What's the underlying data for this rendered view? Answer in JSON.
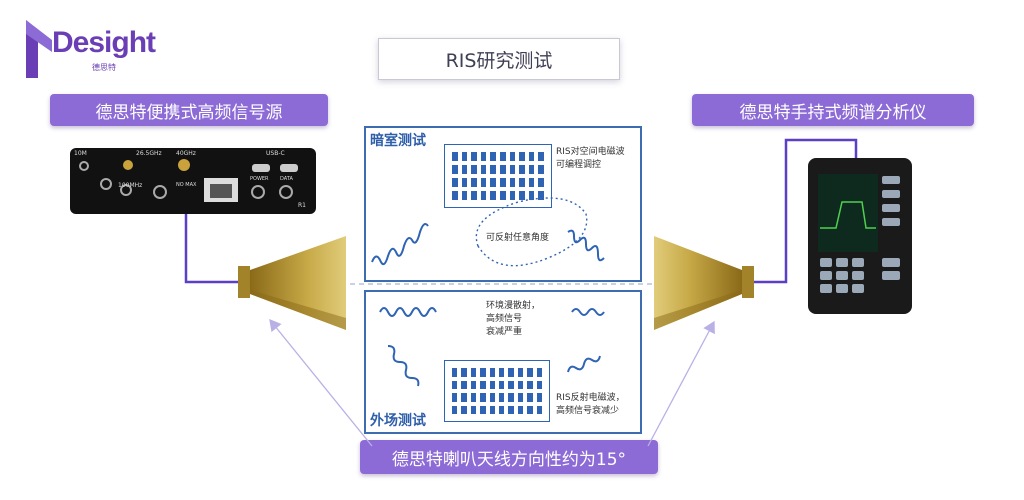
{
  "logo": {
    "text": "Desight",
    "sub": "德思特"
  },
  "title": "RIS研究测试",
  "left_label": "德思特便携式高频信号源",
  "right_label": "德思特手持式频谱分析仪",
  "bottom_label": "德思特喇叭天线方向性约为15°",
  "top_panel": {
    "title": "暗室测试",
    "ris_note": [
      "RIS对空间电磁波",
      "可编程调控"
    ],
    "angle_note": "可反射任意角度"
  },
  "bottom_panel": {
    "title": "外场测试",
    "env_note": [
      "环境漫散射，",
      "高频信号",
      "衰减严重"
    ],
    "ris_note": [
      "RIS反射电磁波，",
      "高频信号衰减少"
    ]
  },
  "device_labels": {
    "ports": [
      "10M",
      "26.5GHz",
      "40GHz",
      "USB-C",
      "100MHz",
      "NO MAX",
      "POWER",
      "DATA",
      "R1"
    ]
  },
  "colors": {
    "purple": "#8d6bd6",
    "blue": "#2f64b4",
    "panel_border": "#3e6cb1",
    "connector": "#5b3fc4",
    "arrow": "#b9b0e6",
    "horn": "#b08f2a"
  }
}
